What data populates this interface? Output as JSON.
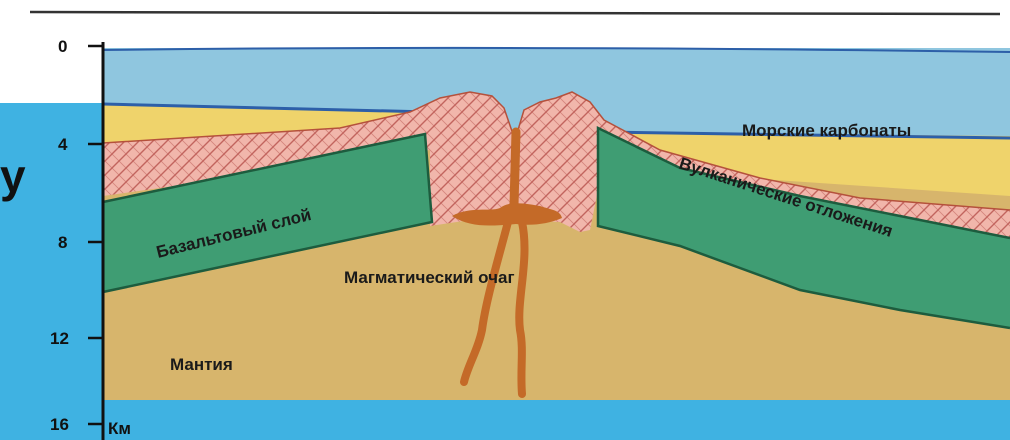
{
  "slide_fragment": "у",
  "depth_axis": {
    "ticks": [
      "0",
      "4",
      "8",
      "12",
      "16"
    ],
    "unit": "Км"
  },
  "labels": {
    "sea_carbonates": "Морские карбонаты",
    "volcanic_deposits": "Вулканические отложения",
    "basalt_layer": "Базальтовый слой",
    "magma_chamber": "Магматический очаг",
    "mantle": "Мантия"
  },
  "colors": {
    "slide_background": "#3fb2e2",
    "sea": "#8fc6df",
    "carbonates": "#efd36b",
    "volcanic": "#f1b6ab",
    "basalt": "#3f9d73",
    "mantle": "#d7b56c",
    "magma": "#c46a28"
  }
}
